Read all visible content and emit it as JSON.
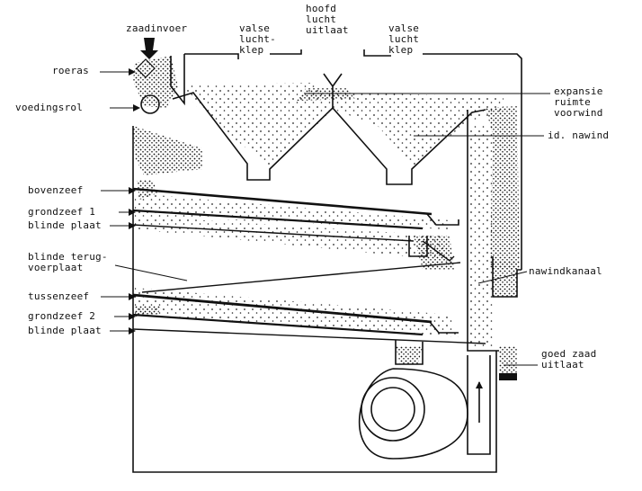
{
  "labels": {
    "zaadinvoer": "zaadinvoer",
    "roeras": "roeras",
    "voedingsrol": "voedingsrol",
    "valse_luchtklep_left": "valse\nlucht-\nklep",
    "hoofd_luchtuitlaat": "hoofd\nlucht\nuitlaat",
    "valse_luchtklep_right": "valse\nlucht\nklep",
    "expansie_ruimte_voorwind": "expansie\nruimte\nvoorwind",
    "id_nawind": "id. nawind",
    "bovenzeef": "bovenzeef",
    "grondzeef_1": "grondzeef 1",
    "blinde_plaat_1": "blinde plaat",
    "blinde_terugvoerplaat": "blinde terug-\nvoerplaat",
    "nawindkanaal": "nawindkanaal",
    "tussenzeef": "tussenzeef",
    "grondzeef_2": "grondzeef 2",
    "blinde_plaat_2": "blinde plaat",
    "goed_zaad_uitlaat": "goed zaad\nuitlaat"
  }
}
